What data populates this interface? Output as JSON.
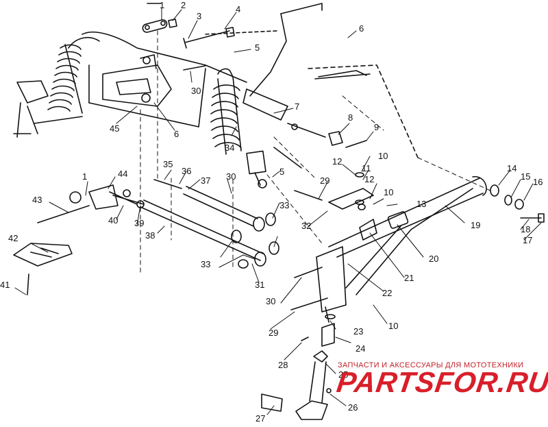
{
  "diagram": {
    "callouts": [
      "1",
      "2",
      "3",
      "4",
      "5",
      "6",
      "30",
      "45",
      "6",
      "7",
      "8",
      "9",
      "34",
      "10",
      "12",
      "11",
      "12",
      "10",
      "35",
      "36",
      "30",
      "37",
      "5",
      "29",
      "1",
      "44",
      "43",
      "40",
      "39",
      "33",
      "38",
      "32",
      "13",
      "14",
      "15",
      "16",
      "19",
      "18",
      "17",
      "20",
      "42",
      "21",
      "22",
      "33",
      "31",
      "30",
      "23",
      "10",
      "41",
      "29",
      "24",
      "28",
      "25",
      "27",
      "26"
    ]
  },
  "watermark": {
    "tagline": "ЗАПЧАСТИ И АКСЕССУАРЫ ДЛЯ МОТОТЕХНИКИ",
    "logo": "PARTSFOR.RU",
    "color": "#d81f2a"
  }
}
